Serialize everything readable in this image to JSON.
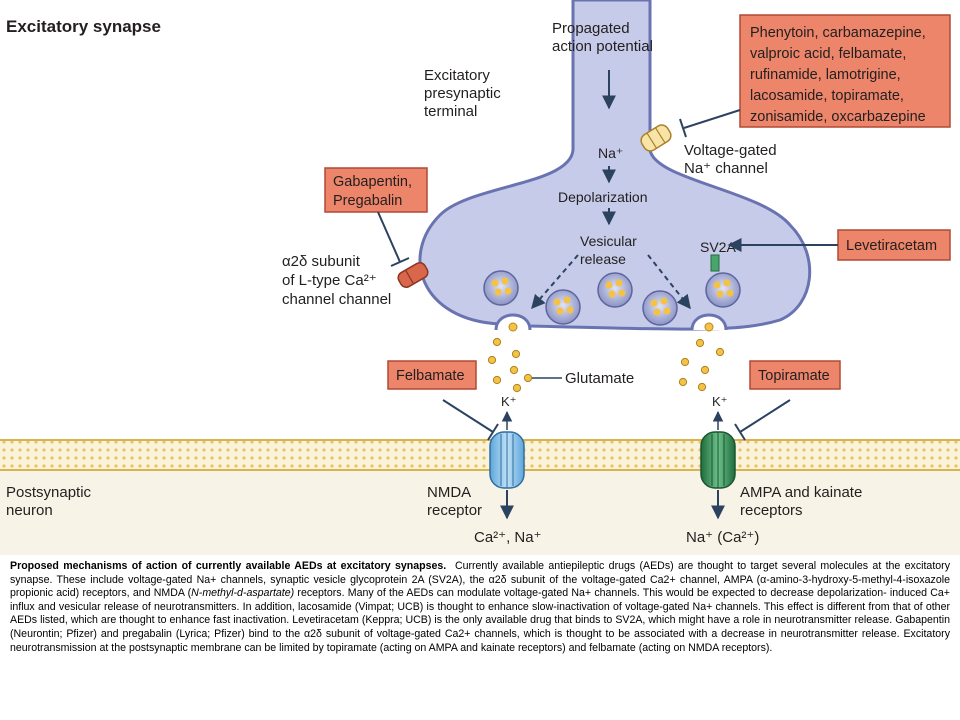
{
  "diagram": {
    "title": "Excitatory synapse",
    "propagated_ap": [
      "Propagated",
      "action potential"
    ],
    "presynaptic_terminal": [
      "Excitatory",
      "presynaptic",
      "terminal"
    ],
    "na_in": "Na⁺",
    "depolarization": "Depolarization",
    "vesicular_release": [
      "Vesicular",
      "release"
    ],
    "sv2a": "SV2A",
    "vg_na_channel": [
      "Voltage-gated",
      "Na⁺ channel"
    ],
    "alpha2delta": [
      "α2δ subunit",
      "of L-type Ca²⁺",
      "channel channel"
    ],
    "glutamate": "Glutamate",
    "k_plus": "K⁺",
    "postsynaptic_neuron": [
      "Postsynaptic",
      "neuron"
    ],
    "nmda_receptor": [
      "NMDA",
      "receptor"
    ],
    "ampa_receptor": [
      "AMPA and kainate",
      "receptors"
    ],
    "nmda_ions": "Ca²⁺, Na⁺",
    "ampa_ions": "Na⁺ (Ca²⁺)",
    "drugs": {
      "na_blockers": [
        "Phenytoin, carbamazepine,",
        "valproic acid, felbamate,",
        "rufinamide, lamotrigine,",
        "lacosamide, topiramate,",
        "zonisamide, oxcarbazepine"
      ],
      "gabapentin": [
        "Gabapentin,",
        "Pregabalin"
      ],
      "levetiracetam": "Levetiracetam",
      "felbamate": "Felbamate",
      "topiramate": "Topiramate"
    }
  },
  "caption": {
    "title": "Proposed mechanisms of action of currently available AEDs at excitatory synapses.",
    "body_1": "Currently available antiepileptic drugs (AEDs) are thought to target several molecules at the excitatory synapse. These include voltage-gated Na+ channels, synaptic vesicle glycoprotein 2A (SV2A), the α2δ subunit of the voltage-gated Ca2+ channel, AMPA (α-amino-3-hydroxy-5-methyl-4-isoxazole propionic acid) receptors, and NMDA (",
    "body_italic": "N-methyl-d-aspartate)",
    "body_2": " receptors. Many of the AEDs can modulate voltage-gated Na+ channels. This would be expected to decrease depolarization- induced Ca+ influx and vesicular release of neurotransmitters. In addition, lacosamide (Vimpat; UCB) is thought to enhance slow-inactivation of voltage-gated Na+ channels. This effect is different from that of other AEDs listed, which are thought to enhance fast inactivation. Levetiracetam (Keppra; UCB) is the only available drug that binds to SV2A, which might have a role in neurotransmitter release. Gabapentin (Neurontin; Pfizer) and pregabalin (Lyrica; Pfizer) bind to the α2δ subunit of voltage-gated Ca2+ channels, which is thought to be associated with a decrease in neurotransmitter release. Excitatory neurotransmission at the postsynaptic membrane can be limited by topiramate (acting on AMPA and kainate receptors) and felbamate (acting on NMDA receptors)."
  },
  "colors": {
    "neuron_fill": "#c5cbe8",
    "neuron_stroke": "#6a73b2",
    "drug_box_fill": "#ec8569",
    "drug_box_stroke": "#b04a35",
    "membrane": "#f4e6b8",
    "nmda_receptor": "#8fc4ea",
    "ampa_receptor": "#3f9a5d",
    "vesicle_dot": "#f5c245"
  }
}
